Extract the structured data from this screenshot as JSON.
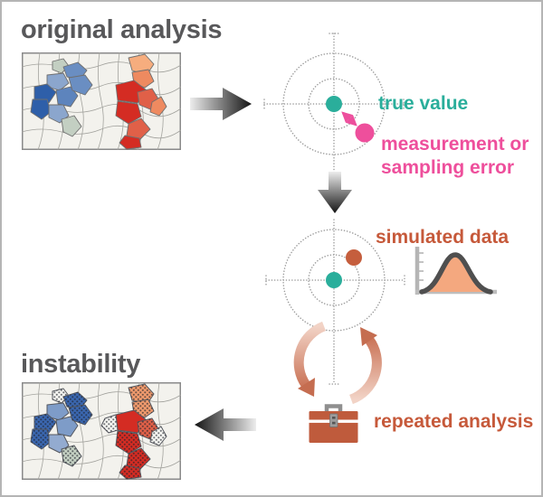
{
  "labels": {
    "original_analysis": "original analysis",
    "instability": "instability",
    "true_value": "true value",
    "measurement_error": "measurement or sampling error",
    "simulated_data": "simulated data",
    "repeated_analysis": "repeated analysis"
  },
  "colors": {
    "heading_text": "#58585a",
    "true_value_teal": "#2aae9b",
    "error_pink": "#ee4f9c",
    "rust_text": "#c6593a",
    "simulated_dot": "#c55e3d",
    "cycle_salmon_dark": "#cb765a",
    "cycle_salmon_light": "#f2d3c6",
    "flow_arrow_dark": "#141414",
    "flow_arrow_light": "#ededed",
    "toolbox_body": "#bf5b3c",
    "dist_curve_fill": "#f4a87f",
    "dist_curve_stroke": "#4f4f4f",
    "map_background": "#f3f2ed",
    "map_blue_dark": "#2e5fa9",
    "map_blue_mid": "#6a8ec2",
    "map_red": "#d42c23",
    "map_orange": "#e06048",
    "map_orange_light": "#f6ad7e",
    "map_green_pale": "#c3cfc2"
  },
  "icons": {
    "original_map": "choropleth-map-icon",
    "instability_map": "choropleth-map-hatched-icon",
    "target_top": "bullseye-icon",
    "target_bottom": "bullseye-icon",
    "distribution": "bell-curve-icon",
    "toolbox": "toolbox-icon",
    "cycle": "refresh-arrows-icon",
    "flow_right": "arrow-right-icon",
    "flow_down": "arrow-down-icon",
    "flow_left": "arrow-left-icon"
  }
}
